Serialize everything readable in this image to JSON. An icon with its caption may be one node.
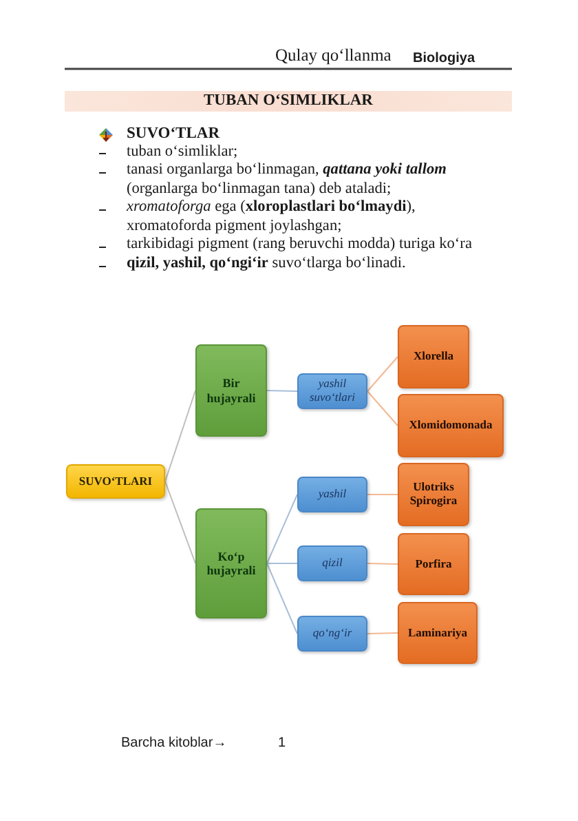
{
  "diagram": {
    "title": "TUBAN O‘SIMLIKLAR",
    "nodes": [
      {
        "text": [
          "SUVO‘TLARI"
        ]
      },
      {
        "text": [
          "Bir hujayrali"
        ]
      },
      {
        "text": [
          "yashil suvo‘tlari"
        ]
      },
      {
        "text": [
          "Xlorella"
        ]
      },
      {
        "text": [
          "Xlomidomonada"
        ]
      },
      {
        "text": [
          "Ko‘p hujayrali"
        ]
      },
      {
        "text": [
          "yashil"
        ]
      },
      {
        "text": [
          "Ulotriks Spirogira"
        ]
      },
      {
        "text": [
          "qizil"
        ]
      },
      {
        "text": [
          "Porfira"
        ]
      },
      {
        "text": [
          "qo‘ng‘ir"
        ]
      },
      {
        "text": [
          "Laminariya"
        ]
      }
    ],
    "edges": [
      {
        "from": 0,
        "to": 1,
        "arrow": "none",
        "color": "#bfbfbf"
      },
      {
        "from": 0,
        "to": 5,
        "arrow": "none",
        "color": "#bfbfbf"
      },
      {
        "from": 1,
        "to": 2,
        "arrow": "none",
        "color": "#a9bfd8"
      },
      {
        "from": 2,
        "to": 3,
        "arrow": "none"
      },
      {
        "from": 2,
        "to": 4,
        "arrow": "none"
      },
      {
        "from": 5,
        "to": 6,
        "arrow": "none",
        "color": "#a9bfd8"
      },
      {
        "from": 5,
        "to": 8,
        "arrow": "none",
        "color": "#a9bfd8"
      },
      {
        "from": 5,
        "to": 10,
        "arrow": "none",
        "color": "#a9bfd8"
      },
      {
        "from": 6,
        "to": 7,
        "arrow": "none"
      },
      {
        "from": 8,
        "to": 9,
        "arrow": "none"
      },
      {
        "from": 10,
        "to": 11,
        "arrow": "none"
      }
    ],
    "labels": [
      "Qulay qo‘llanma",
      "Biologiya",
      "SUVO‘TLAR",
      "tuban o‘simliklar;",
      "tanasi organlarga bo‘linmagan, **qattana yoki tallom** (organlarga bo‘linmagan tana) deb ataladi;",
      "*xromatoforga* ega (**xloroplastlari bo‘lmaydi**), xromatoforda pigment joylashgan;",
      "tarkibidagi pigment (rang beruvchi modda) turiga ko‘ra",
      "**qizil, yashil, qo‘ngi‘ir** suvo‘tlarga bo‘linadi.",
      "Barcha kitoblar→",
      "1"
    ]
  }
}
